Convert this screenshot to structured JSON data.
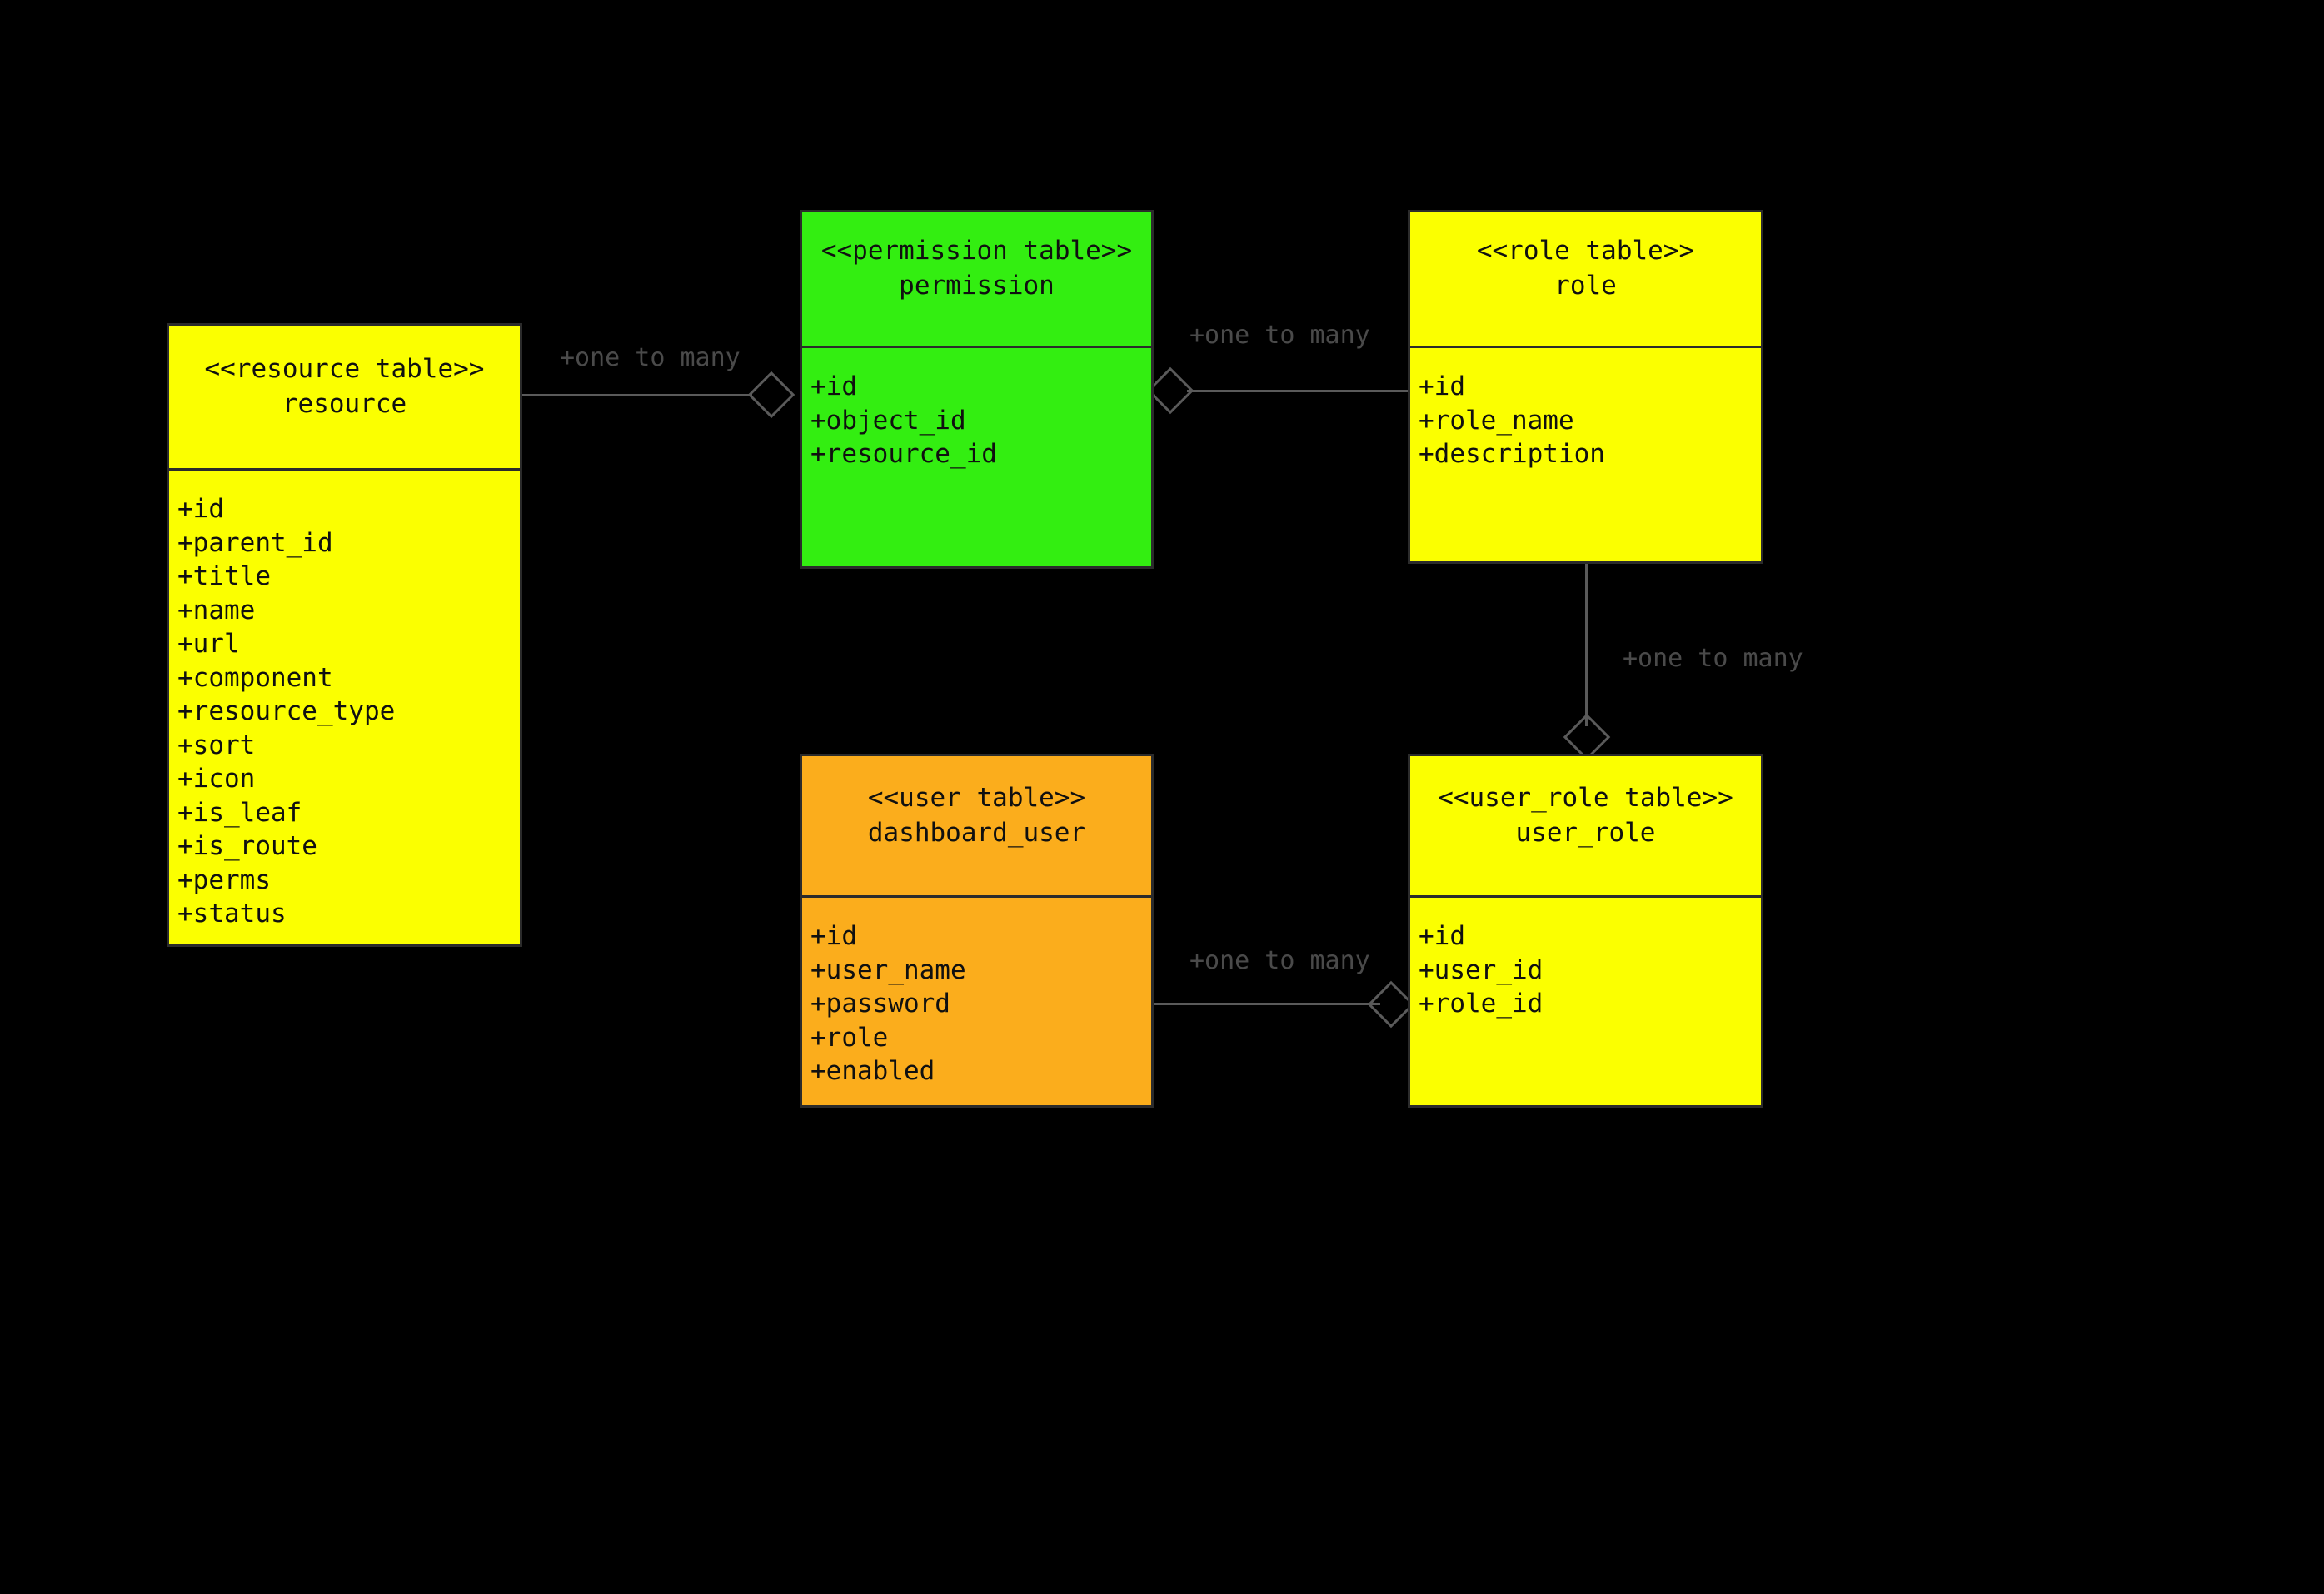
{
  "diagram": {
    "title": "",
    "background_color": "#000000",
    "line_color": "#5a5a5a",
    "border_color": "#2b2b2b",
    "text_color": "#101010",
    "label_color": "#4a4a4a"
  },
  "classes": [
    {
      "id": "resource",
      "stereotype": "<<resource table>>",
      "name": "resource",
      "fill": "#FBFF00",
      "attributes": [
        "+id",
        "+parent_id",
        "+title",
        "+name",
        "+url",
        "+component",
        "+resource_type",
        "+sort",
        "+icon",
        "+is_leaf",
        "+is_route",
        "+perms",
        "+status"
      ]
    },
    {
      "id": "permission",
      "stereotype": "<<permission table>>",
      "name": "permission",
      "fill": "#33EE11",
      "attributes": [
        "+id",
        "+object_id",
        "+resource_id"
      ]
    },
    {
      "id": "role",
      "stereotype": "<<role table>>",
      "name": "role",
      "fill": "#FBFF00",
      "attributes": [
        "+id",
        "+role_name",
        "+description"
      ]
    },
    {
      "id": "dashboard_user",
      "stereotype": "<<user table>>",
      "name": "dashboard_user",
      "fill": "#FBAD1C",
      "attributes": [
        "+id",
        "+user_name",
        "+password",
        "+role",
        "+enabled"
      ]
    },
    {
      "id": "user_role",
      "stereotype": "<<user_role table>>",
      "name": "user_role",
      "fill": "#FBFF00",
      "attributes": [
        "+id",
        "+user_id",
        "+role_id"
      ]
    }
  ],
  "relationships": [
    {
      "id": "resource-permission",
      "from": "resource",
      "to": "permission",
      "label": "+one to many",
      "kind": "aggregation"
    },
    {
      "id": "permission-role",
      "from": "role",
      "to": "permission",
      "label": "+one to many",
      "kind": "aggregation"
    },
    {
      "id": "role-user_role",
      "from": "role",
      "to": "user_role",
      "label": "+one to many",
      "kind": "aggregation"
    },
    {
      "id": "user-user_role",
      "from": "dashboard_user",
      "to": "user_role",
      "label": "+one to many",
      "kind": "aggregation"
    }
  ]
}
